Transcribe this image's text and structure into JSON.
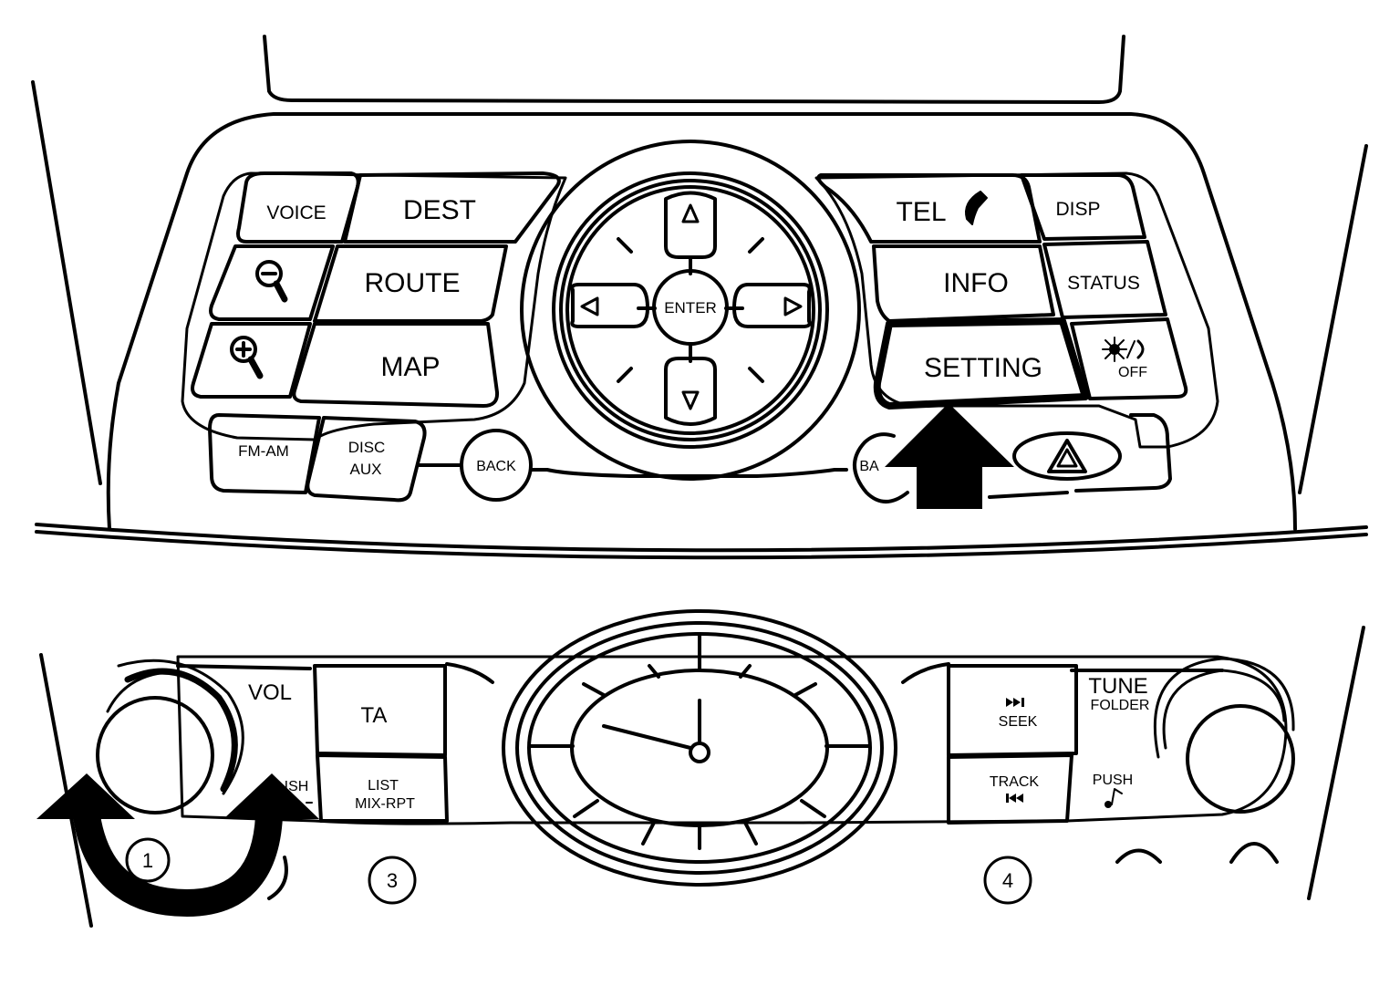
{
  "colors": {
    "line": "#000000",
    "background": "#ffffff"
  },
  "nav_panel": {
    "left_buttons": {
      "voice": "VOICE",
      "dest": "DEST",
      "zoom_out_icon": "zoom-out-icon",
      "route": "ROUTE",
      "zoom_in_icon": "zoom-in-icon",
      "map": "MAP"
    },
    "joystick": {
      "enter": "ENTER",
      "up_icon": "arrow-up-icon",
      "down_icon": "arrow-down-icon",
      "left_icon": "arrow-left-icon",
      "right_icon": "arrow-right-icon"
    },
    "right_buttons": {
      "tel": "TEL",
      "phone_icon": "phone-icon",
      "disp": "DISP",
      "info": "INFO",
      "status": "STATUS",
      "setting": "SETTING",
      "day_night_icon": "day-night-icon",
      "off": "OFF"
    },
    "bottom_buttons": {
      "fm_am": "FM-AM",
      "disc": "DISC",
      "aux": "AUX",
      "back_left": "BACK",
      "back_right_partial": "BA",
      "hazard_icon": "hazard-icon"
    },
    "pointer_icon": "arrow-up-pointer-icon"
  },
  "audio_panel": {
    "vol": "VOL",
    "push_partial": "ISH",
    "ta": "TA",
    "list": "LIST",
    "mix_rpt": "MIX-RPT",
    "seek_icon": "seek-forward-icon",
    "seek": "SEEK",
    "track": "TRACK",
    "track_icon": "track-back-icon",
    "tune": "TUNE",
    "folder": "FOLDER",
    "push": "PUSH",
    "music_icon": "music-note-icon",
    "clock_icon": "analog-clock-icon",
    "rotate_icon": "rotate-arrow-icon"
  },
  "callouts": [
    "1",
    "3",
    "4"
  ]
}
